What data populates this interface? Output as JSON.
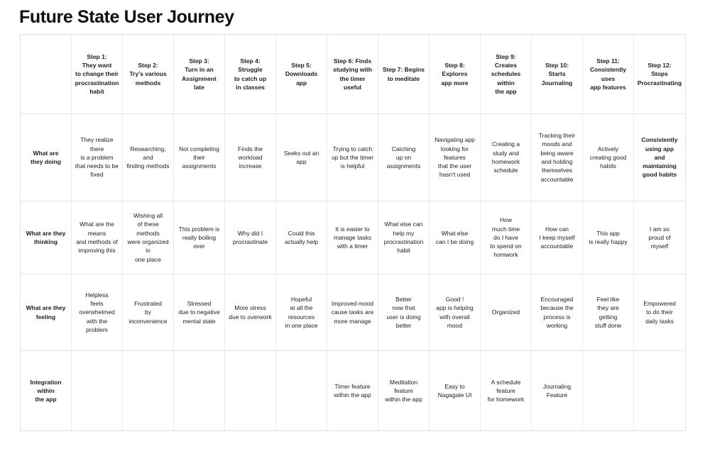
{
  "page": {
    "title": "Future State User Journey"
  },
  "table": {
    "col_headers": [
      "Step 1:\nThey want\nto change their\nprocrastination\nhabit",
      "Step 2:\nTry's various\nmethods",
      "Step 3:\nTurn in an\nAssignment\nlate",
      "Step 4:\nStruggle\nto catch up\nin classes",
      "Step 5:\nDownloads app",
      "Step 6: Finds\nstudying with\nthe timer useful",
      "Step 7: Begins\nto meditate",
      "Step 8:\nExplores\napp more",
      "Step 9:\nCreates\nschedules within\nthe app",
      "Step 10:\nStarts Journaling",
      "Step 11:\nConsistently uses\napp features",
      "Step 12:\nStops\nProcrastinating"
    ],
    "rows": [
      {
        "label": "What are\nthey doing",
        "bold_cells": [
          11
        ],
        "cells": [
          "They realize there\nis a problem\nthat needs to be\nfixed",
          "Researching, and\nfinding methods",
          "Not completing\ntheir assignments",
          "Finds the workload\nincrease",
          "Seeks out an\napp",
          "Trying to catch\nup but the timer\nis helpful",
          "Catching\nup on\nassignments",
          "Navigating app\nlooking for features\nthat the user\nhasn't used",
          "Creating a\nstudy and\nhomework\nschedule",
          "Tracking their\nmoods and\nbeing aware\nand holding\nthemselves\naccountable",
          "Actively\ncreating good\nhabits",
          "Consistently\nusing app\nand maintaining\ngood habits"
        ]
      },
      {
        "label": "What are they\nthinking",
        "bold_cells": [],
        "cells": [
          "What are the means\nand methods of\nimproving this",
          "Wishing all\nof these methods\nwere organized in\none place",
          "This problem is\nreally boiling over",
          "Why did I\nprocrastinate",
          "Could this\nactually help",
          "It is easier to\nmanage tasks\nwith a timer",
          "What else can\nhelp my\nprocrastination\nhabit",
          "What else\ncan I be doing",
          "How\nmuch time\ndo I have\nto spend on\nhomwork",
          "How can\nI keep myself\naccountable",
          "This app\nis really happy",
          "I am so\nproud of\nmyself"
        ]
      },
      {
        "label": "What are they\nfeeling",
        "bold_cells": [],
        "cells": [
          "Helpless\nfeels overwhelmed\nwith the problem",
          "Frustrated\nby inconvenience",
          "Stressed\ndue to negative\nmental state",
          "More stress\ndue to overwork",
          "Hopeful\nat all the resources\nin one place",
          "Improved mood\ncause tasks are\nmore manage",
          "Better\nnow that\nuser is doing\nbetter",
          "Good !\napp is helping\nwith overall mood",
          "Organized",
          "Encouraged\nbecause the\nprocess is working",
          "Feel like\nthey are\ngetting\nstuff done",
          "Empowered\nto do their\ndaily tasks"
        ]
      },
      {
        "label": "Integration within\nthe app",
        "bold_cells": [],
        "cells": [
          "",
          "",
          "",
          "",
          "",
          "Timer feature\nwithin the app",
          "Meditation\nfeature\nwithin the app",
          "Easy to\nNagagate UI",
          "A schedule\nfeature\nfor homework",
          "Journaling\nFeature",
          "",
          ""
        ]
      }
    ]
  }
}
